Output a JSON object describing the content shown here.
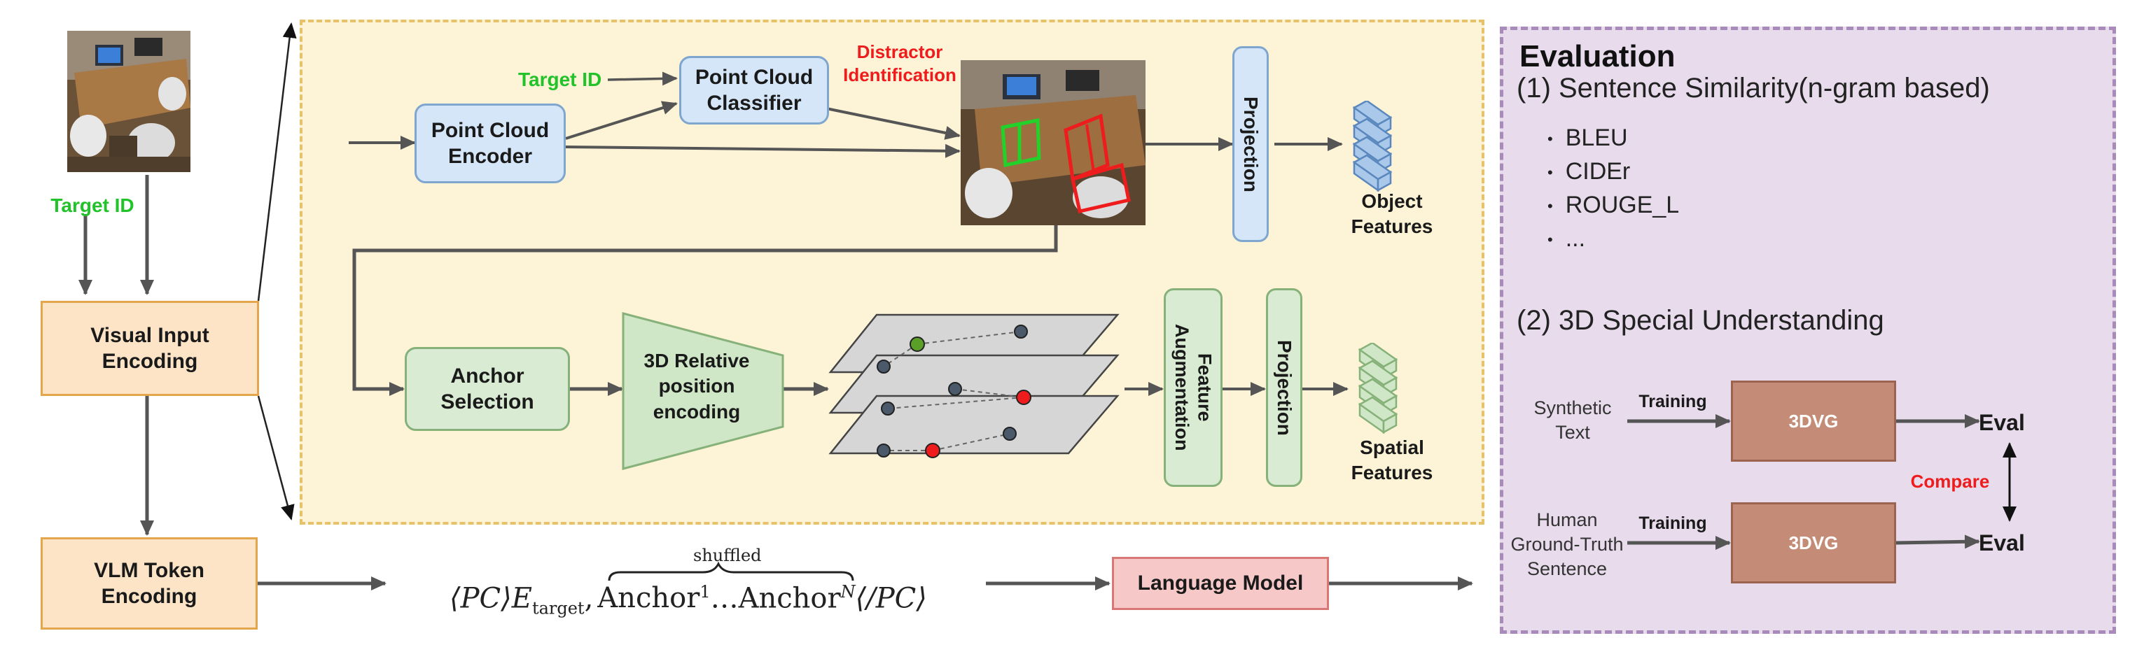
{
  "left": {
    "target_id": "Target ID",
    "visual_input": "Visual Input Encoding",
    "vlm_token": "VLM Token Encoding"
  },
  "top_pipeline": {
    "point_cloud_encoder": "Point Cloud Encoder",
    "point_cloud_classifier": "Point Cloud Classifier",
    "target_id": "Target ID",
    "distractor": "Distractor Identification",
    "projection": "Projection",
    "object_features": "Object Features"
  },
  "bottom_pipeline": {
    "anchor_selection": "Anchor Selection",
    "relative_encoding": "3D Relative position encoding",
    "feature_augmentation": "Feature Augmentation",
    "projection": "Projection",
    "spatial_features": "Spatial Features"
  },
  "sequence": {
    "open_tag": "⟨PC⟩",
    "target_term": "E",
    "target_subscript": "target",
    "comma": ",",
    "anchor_start": "Anchor",
    "anchor_start_sup": "1",
    "ellipsis": "…",
    "anchor_end": "Anchor",
    "anchor_end_sup": "N",
    "close_tag": "⟨/PC⟩",
    "brace_label": "shuffled"
  },
  "language_model": "Language Model",
  "evaluation": {
    "title": "Evaluation",
    "section1": "(1) Sentence Similarity(n-gram based)",
    "metrics": [
      "BLEU",
      "CIDEr",
      "ROUGE_L",
      "..."
    ],
    "section2": "(2) 3D Special Understanding",
    "synthetic_text": "Synthetic Text",
    "human_text": "Human Ground-Truth Sentence",
    "training_top": "Training",
    "training_bottom": "Training",
    "model_top": "3DVG",
    "model_bottom": "3DVG",
    "eval_top": "Eval",
    "eval_bottom": "Eval",
    "compare": "Compare"
  },
  "colors": {
    "accent_green": "#22c22a",
    "accent_red": "#ee1c1c",
    "panel_yellow": "#fdf3d6",
    "panel_purple": "#e8dcec",
    "model_brown": "#c48c76"
  }
}
